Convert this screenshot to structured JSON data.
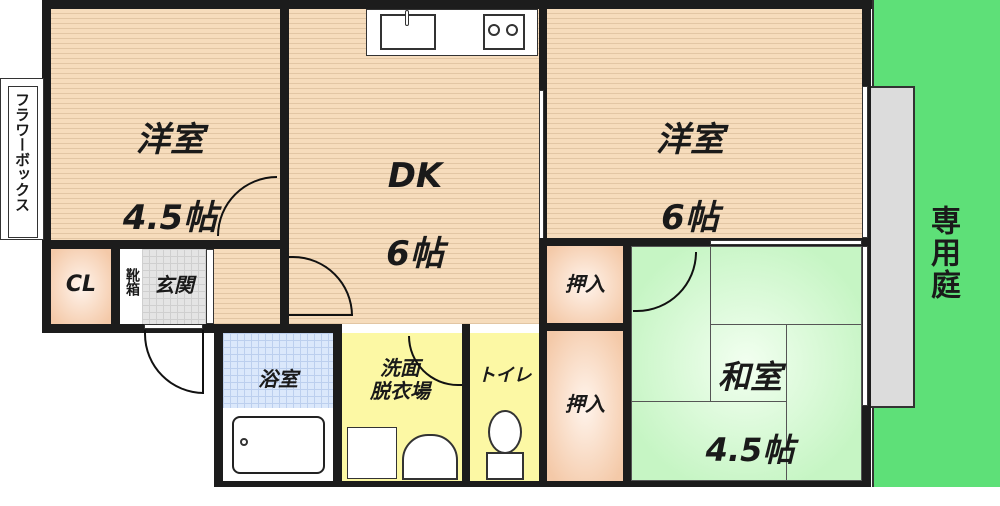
{
  "floor_plan": {
    "rooms": {
      "western_room_1": {
        "name": "洋室",
        "size": "4.5帖"
      },
      "dk": {
        "name": "DK",
        "size": "6帖"
      },
      "western_room_2": {
        "name": "洋室",
        "size": "6帖"
      },
      "japanese_room": {
        "name": "和室",
        "size": "4.5帖"
      },
      "closet": {
        "label": "CL"
      },
      "shoe_box": {
        "label": "靴箱"
      },
      "entrance": {
        "label": "玄関"
      },
      "bathroom": {
        "label": "浴室"
      },
      "washroom": {
        "label": "洗面\n脱衣場"
      },
      "toilet": {
        "label": "トイレ"
      },
      "oshiire_1": {
        "label": "押入"
      },
      "oshiire_2": {
        "label": "押入"
      },
      "flower_box": {
        "label": "フラワーボックス"
      },
      "private_garden": {
        "label": "専用庭"
      }
    },
    "colors": {
      "wood_floor": "#f6dcbc",
      "tatami": "#c6f5c4",
      "garden": "#5ee078",
      "washroom": "#fcf8a4",
      "bathroom": "#dbe8fb",
      "entrance": "#e4e4e4",
      "wall": "#1c1c1c"
    }
  }
}
